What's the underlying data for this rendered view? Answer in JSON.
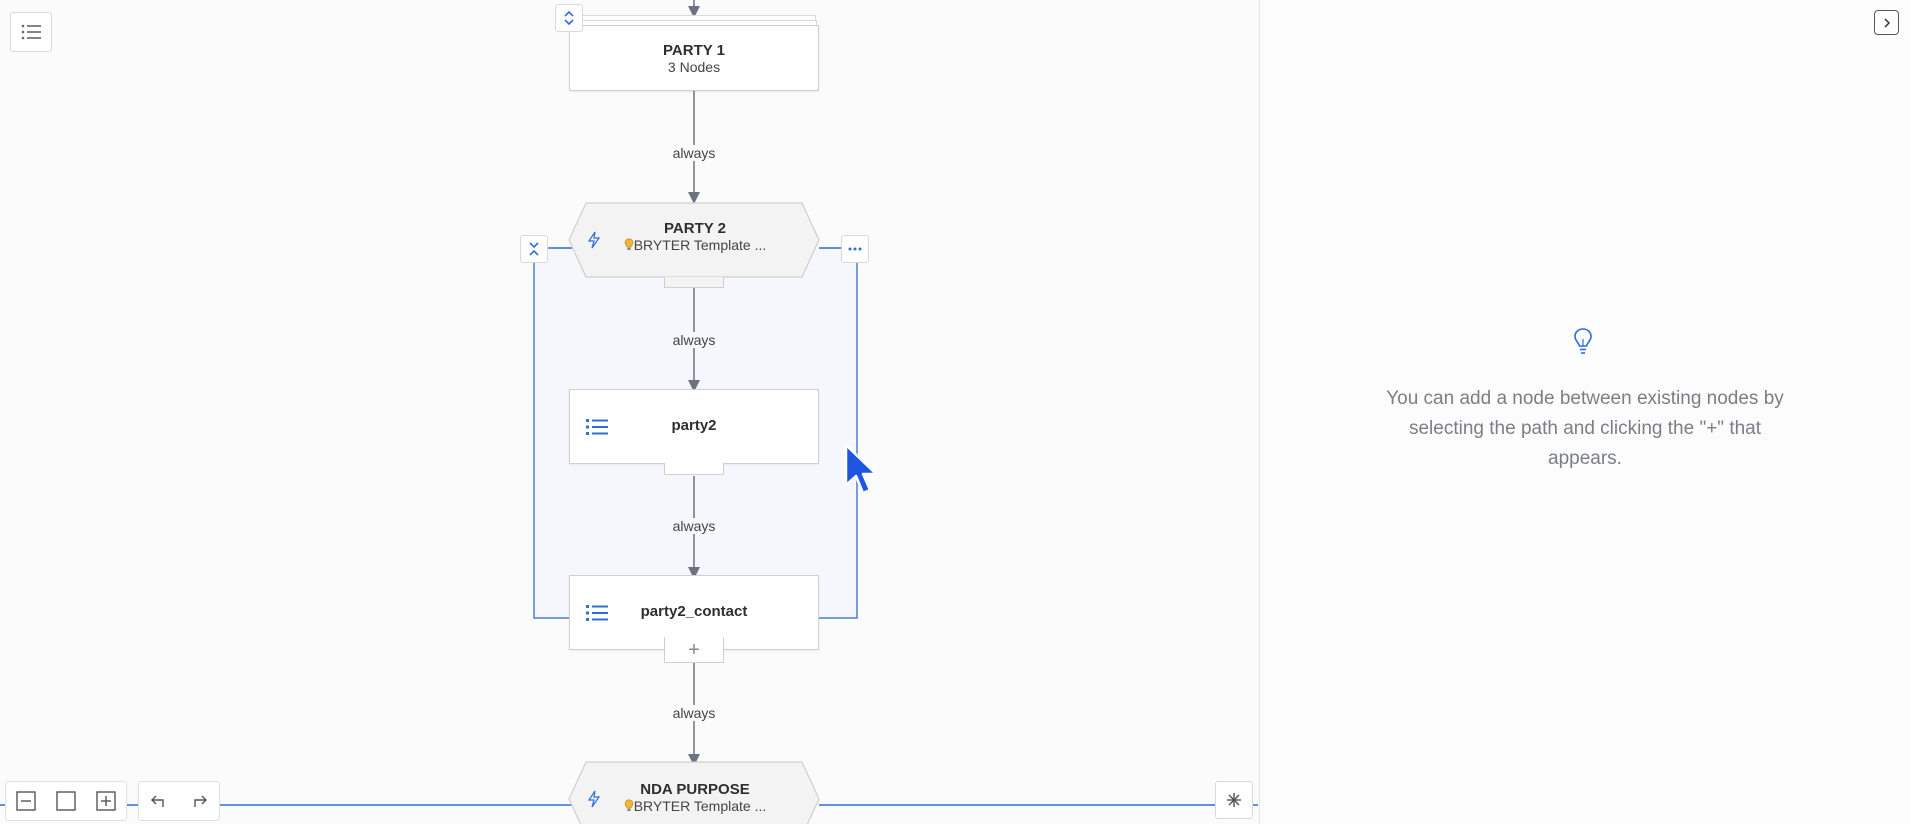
{
  "nodes": {
    "party1": {
      "title": "PARTY 1",
      "subtitle": "3 Nodes"
    },
    "party2": {
      "title": "PARTY 2",
      "subtitle": "BRYTER Template ..."
    },
    "party2_node": {
      "title": "party2"
    },
    "party2_contact": {
      "title": "party2_contact"
    },
    "nda_purpose": {
      "title": "NDA PURPOSE",
      "subtitle": "BRYTER Template ..."
    }
  },
  "edges": {
    "e1": "always",
    "e2": "always",
    "e3": "always",
    "e4": "always"
  },
  "hint": {
    "text": "You can add a node between existing nodes by selecting the path and clicking the \"+\" that appears."
  },
  "colors": {
    "accent": "#2f6fd6",
    "group_border": "#4a7fd0",
    "group_fill": "#f5f7fc",
    "bulb": "#f2b632"
  },
  "icons": {
    "outline": "list-icon",
    "panel_toggle": "chevron-right-box-icon",
    "zoom_out": "zoom-out-icon",
    "fit": "fit-view-icon",
    "zoom_in": "zoom-in-icon",
    "undo": "undo-icon",
    "redo": "redo-icon",
    "auto_layout": "asterisk-icon"
  }
}
